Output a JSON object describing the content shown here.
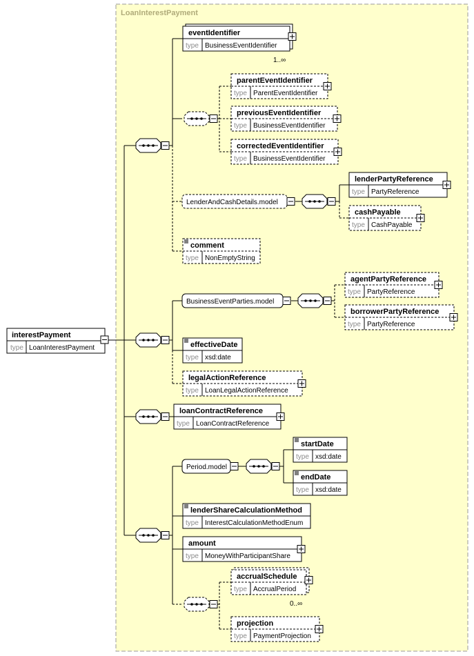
{
  "diagram": {
    "container_title": "LoanInterestPayment",
    "type_label": "type",
    "root": {
      "name": "interestPayment",
      "type": "LoanInterestPayment"
    },
    "elements": [
      {
        "id": "eventIdentifier",
        "name": "eventIdentifier",
        "type": "BusinessEventIdentifier",
        "optional": false,
        "stacked": true,
        "plus": true,
        "doc": false,
        "card": "1..∞"
      },
      {
        "id": "parentEventIdentifier",
        "name": "parentEventIdentifier",
        "type": "ParentEventIdentifier",
        "optional": true,
        "stacked": false,
        "plus": true,
        "doc": false
      },
      {
        "id": "previousEventIdentifier",
        "name": "previousEventIdentifier",
        "type": "BusinessEventIdentifier",
        "optional": true,
        "stacked": false,
        "plus": true,
        "doc": false
      },
      {
        "id": "correctedEventIdentifier",
        "name": "correctedEventIdentifier",
        "type": "BusinessEventIdentifier",
        "optional": true,
        "stacked": false,
        "plus": true,
        "doc": false
      },
      {
        "id": "lenderPartyReference",
        "name": "lenderPartyReference",
        "type": "PartyReference",
        "optional": false,
        "stacked": false,
        "plus": true,
        "doc": false
      },
      {
        "id": "cashPayable",
        "name": "cashPayable",
        "type": "CashPayable",
        "optional": true,
        "stacked": false,
        "plus": true,
        "doc": false
      },
      {
        "id": "comment",
        "name": "comment",
        "type": "NonEmptyString",
        "optional": true,
        "stacked": false,
        "plus": false,
        "doc": true
      },
      {
        "id": "agentPartyReference",
        "name": "agentPartyReference",
        "type": "PartyReference",
        "optional": true,
        "stacked": false,
        "plus": true,
        "doc": false
      },
      {
        "id": "borrowerPartyReference",
        "name": "borrowerPartyReference",
        "type": "PartyReference",
        "optional": true,
        "stacked": false,
        "plus": true,
        "doc": false
      },
      {
        "id": "effectiveDate",
        "name": "effectiveDate",
        "type": "xsd:date",
        "optional": false,
        "stacked": false,
        "plus": false,
        "doc": true
      },
      {
        "id": "legalActionReference",
        "name": "legalActionReference",
        "type": "LoanLegalActionReference",
        "optional": true,
        "stacked": false,
        "plus": true,
        "doc": false
      },
      {
        "id": "loanContractReference",
        "name": "loanContractReference",
        "type": "LoanContractReference",
        "optional": false,
        "stacked": false,
        "plus": true,
        "doc": false
      },
      {
        "id": "startDate",
        "name": "startDate",
        "type": "xsd:date",
        "optional": false,
        "stacked": false,
        "plus": false,
        "doc": true
      },
      {
        "id": "endDate",
        "name": "endDate",
        "type": "xsd:date",
        "optional": false,
        "stacked": false,
        "plus": false,
        "doc": true
      },
      {
        "id": "lenderShareCalculationMethod",
        "name": "lenderShareCalculationMethod",
        "type": "InterestCalculationMethodEnum",
        "optional": false,
        "stacked": false,
        "plus": false,
        "doc": true
      },
      {
        "id": "amount",
        "name": "amount",
        "type": "MoneyWithParticipantShare",
        "optional": false,
        "stacked": false,
        "plus": true,
        "doc": false
      },
      {
        "id": "accrualSchedule",
        "name": "accrualSchedule",
        "type": "AccrualPeriod",
        "optional": true,
        "stacked": true,
        "plus": true,
        "doc": false,
        "card": "0..∞"
      },
      {
        "id": "projection",
        "name": "projection",
        "type": "PaymentProjection",
        "optional": true,
        "stacked": false,
        "plus": true,
        "doc": false
      }
    ],
    "groups": [
      {
        "id": "lenderAndCash",
        "label": "LenderAndCashDetails.model",
        "optional": true
      },
      {
        "id": "businessEventParties",
        "label": "BusinessEventParties.model",
        "optional": false
      },
      {
        "id": "period",
        "label": "Period.model",
        "optional": false
      }
    ]
  }
}
